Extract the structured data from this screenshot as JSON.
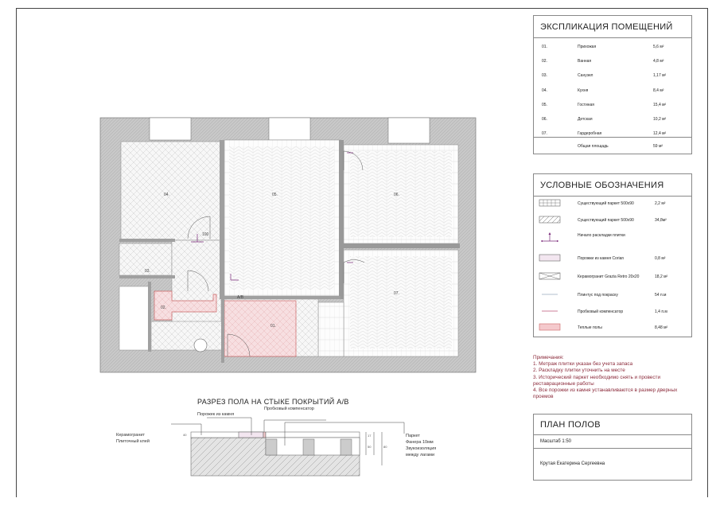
{
  "explication": {
    "title": "ЭКСПЛИКАЦИЯ ПОМЕЩЕНИЙ",
    "rooms": [
      {
        "num": "01.",
        "name": "Прихожая",
        "area": "5,6 м²"
      },
      {
        "num": "02.",
        "name": "Ванная",
        "area": "4,8 м²"
      },
      {
        "num": "03.",
        "name": "Санузел",
        "area": "1,17 м²"
      },
      {
        "num": "04.",
        "name": "Кухня",
        "area": "8,4 м²"
      },
      {
        "num": "05.",
        "name": "Гостиная",
        "area": "15,4 м²"
      },
      {
        "num": "06.",
        "name": "Детская",
        "area": "10,2 м²"
      },
      {
        "num": "07.",
        "name": "Гардеробная",
        "area": "12,4 м²"
      }
    ],
    "total_label": "Общая площадь",
    "total_area": "59 м²"
  },
  "legend": {
    "title": "УСЛОВНЫЕ ОБОЗНАЧЕНИЯ",
    "items": [
      {
        "icon": "parquet-straight-swatch",
        "name": "Существующий паркет 500х90",
        "value": "2,2 м²"
      },
      {
        "icon": "parquet-herringbone-swatch",
        "name": "Существующий паркет 500х90",
        "value": "34,8м²"
      },
      {
        "icon": "tile-start-arrow-icon",
        "name": "Начало раскладки плитки",
        "value": ""
      },
      {
        "icon": "stone-threshold-swatch",
        "name": "Порожки из камня Corian",
        "value": "0,8 м²"
      },
      {
        "icon": "porcelain-tile-swatch",
        "name": "Керамогранит Grazia Retro 20х20",
        "value": "18,2 м²"
      },
      {
        "icon": "skirting-line",
        "name": "Плинтус под покраску",
        "value": "54 п.м"
      },
      {
        "icon": "cork-compensator-line",
        "name": "Пробковый компенсатор",
        "value": "1,4 п.м"
      },
      {
        "icon": "heated-floor-swatch",
        "name": "Теплые полы",
        "value": "8,48 м²"
      }
    ]
  },
  "notes": {
    "title": "Примечания:",
    "lines": [
      "1. Метраж плитки указан без учета запаса",
      "2. Раскладку плитки уточнить на месте",
      "3. Исторический паркет необходимо снять и провести реставрационные работы",
      "4. Все порожки из камня устанавливаются в размер дверных проемов"
    ]
  },
  "title_block": {
    "title": "ПЛАН ПОЛОВ",
    "scale": "Масштаб 1:50",
    "author": "Крутая Екатерина Сергеевна"
  },
  "plan": {
    "room_labels": [
      "01.",
      "02.",
      "03.",
      "04.",
      "05.",
      "06.",
      "07."
    ],
    "section_mark": "А/В",
    "dimension": "100"
  },
  "section": {
    "title": "РАЗРЕЗ ПОЛА НА СТЫКЕ ПОКРЫТИЙ А/В",
    "label_threshold": "Порожек из камня",
    "label_cork": "Пробковый компенсатор",
    "label_tile": "Керамогранит",
    "label_glue": "Плиточный клей",
    "label_parquet": "Паркет",
    "label_plywood": "Фанера 10мм",
    "label_insulation": "Звукоизоляция",
    "label_insulation2": "между лагами",
    "dims": [
      "40",
      "17",
      "50",
      "80"
    ]
  },
  "colors": {
    "heated": "#f4c9cc",
    "threshold": "#f3e6f0",
    "accent": "#7a2a7a",
    "notes": "#8b2a3a"
  }
}
